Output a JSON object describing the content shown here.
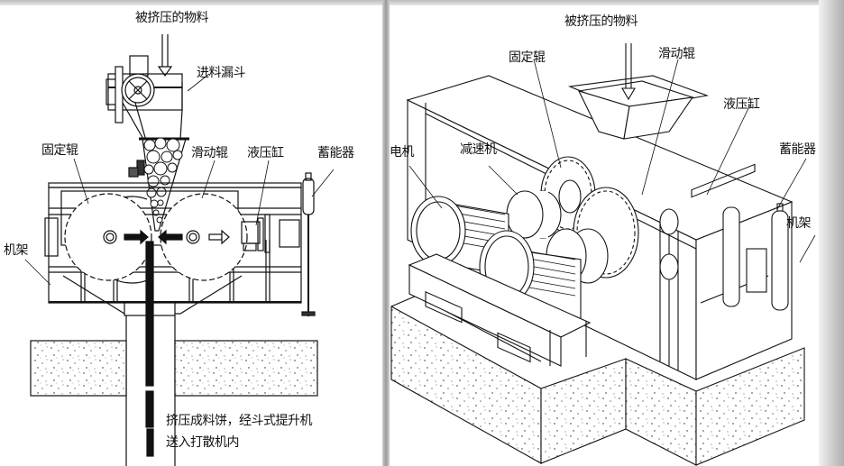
{
  "figure": {
    "left_panel": {
      "view": "cross-section",
      "labels": {
        "input_material": "被挤压的物料",
        "feed_hopper": "进料漏斗",
        "fixed_roller": "固定辊",
        "sliding_roller": "滑动辊",
        "hydraulic_cylinder": "液压缸",
        "accumulator": "蓄能器",
        "frame": "机架",
        "output_line1": "挤压成料饼，经斗式提升机",
        "output_line2": "送入打散机内"
      }
    },
    "right_panel": {
      "view": "isometric",
      "labels": {
        "input_material": "被挤压的物料",
        "fixed_roller": "固定辊",
        "sliding_roller": "滑动辊",
        "hydraulic_cylinder": "液压缸",
        "motor": "电机",
        "reducer": "减速机",
        "accumulator": "蓄能器",
        "frame": "机架"
      }
    }
  }
}
